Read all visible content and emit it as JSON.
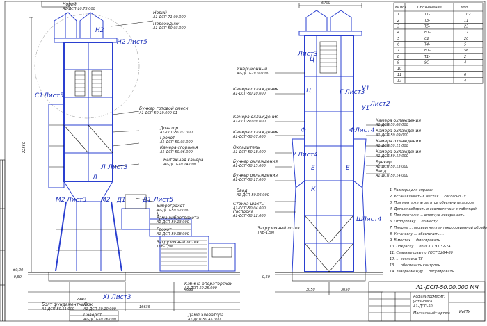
{
  "title_block": {
    "code": "А1-ДСП-50.00.000 МЧ",
    "name_1": "Асфальтосмесит.",
    "name_2": "установка",
    "name_3": "А1-ДСП-50",
    "name_4": "Монтажный чертеж",
    "org": "ИрГТУ"
  },
  "bom": {
    "headers": [
      "№ поз.",
      "Обозначение",
      "Кол"
    ],
    "rows": [
      [
        "1",
        "Т1-",
        "102"
      ],
      [
        "2",
        "Т3-",
        "11"
      ],
      [
        "3",
        "Т5-",
        "23"
      ],
      [
        "4",
        "Н1-",
        "17"
      ],
      [
        "5",
        "С2",
        "20"
      ],
      [
        "6",
        "Т4-",
        "5"
      ],
      [
        "7",
        "Н1-",
        "56"
      ],
      [
        "8",
        "Т1-",
        "2"
      ],
      [
        "9",
        "SO-",
        "4"
      ],
      [
        "10",
        "",
        ""
      ],
      [
        "11",
        "",
        "6"
      ],
      [
        "12",
        "",
        "4"
      ]
    ]
  },
  "notes": [
    "1. Размеры для справок",
    "2. Устанавливать в местах ... согласно ТУ",
    "3. При монтаже агрегатов обеспечить зазоры",
    "4. Детали собирать в соответствии с таблицей",
    "5. При монтаже ... опорную поверхность",
    "6. Отбортовку ... по месту",
    "7. Пилоны ... подвергнуть антикоррозионной обработке",
    "8. Установку ... обеспечить ...",
    "9. В местах ... фиксировать ...",
    "10. Покраску ... по ГОСТ 9.032-74",
    "11. Сварные швы по ГОСТ 5264-80",
    "12. ... согласно ТУ",
    "13. ... обеспечить контроль ...",
    "14. Зазоры между ... регулировать"
  ],
  "markers": {
    "H2": "Н2",
    "H2_ref": "Н2 Лист5",
    "C1": "С1",
    "C1_ref": "Лист5",
    "L": "Л",
    "L_ref": "Лист3",
    "M2": "М2",
    "M2_ref": "Лист3",
    "M2b": "М2",
    "D1": "Д1",
    "D1_ref": "Д1 Лист5",
    "XI": "XI",
    "XI_ref": "Лист3",
    "U": "Ц",
    "U_ref": "Лист3",
    "Ts": "Ц",
    "G": "Г",
    "G_ref": "Лист3",
    "U1": "У1",
    "U1b": "У1",
    "U1_ref": "Лист2",
    "F": "Ф",
    "F2": "Ф",
    "F_ref": "Лист4",
    "Ug": "У",
    "Ug_ref": "Лист4",
    "Sh": "Ш",
    "Sh_ref": "Лист4",
    "E1": "Е",
    "E2": "Е",
    "K": "К"
  },
  "labels_left": [
    "Норий А1-ДСП-10.73.000",
    "Норий А1-ДСП-71.00.000",
    "Переходник А1-ДСП-50.03.000",
    "Бункер готовой смеси А1-ДСП-50.19.000-01",
    "Дозатор А1-ДСП-50.07.000",
    "Грохот А1-ДСП-50.03.000",
    "Камера сгорания А1-ДСП-50.06.000",
    "Вытяжная камера А1-ДСП-50.14.000",
    "Виброгрохот А1-ДСП-50.02.000",
    "Рама виброгрохота А1-ДСП-50.13.000",
    "Грохот А1-ДСП-50.08.000",
    "Загрузочный лоток ТКВ-1,5М",
    "Кабина операторской А1-ДСП-50.25.000",
    "Болт фундаментный А1-ДСП-50.11.000",
    "Люк А1-ДСП-50.10.000",
    "Поворот А1-ДСП-50.16.000"
  ],
  "labels_mid": [
    "Инерционный А1-ДСП-79.00.000",
    "Камера охлаждения А1-ДСП-50.10.000",
    "Камера охлаждения А1-ДСП-50.09.000",
    "Камера охлаждения А1-ДСП-50.07.000",
    "Охладитель А1-ДСП-50.18.000",
    "Бункер охлаждения А1-ДСП-50.15.000",
    "Бункер охлаждения А1-ДСП-50.17.000",
    "Ввод А1-ДСП-50.06.000",
    "Стойка шахты А1-ДСП-50.04.000",
    "Распорка А1-ДСП-50.12.000",
    "Загрузочный лоток ТКВ-1,5М",
    "Дамп элеватора А1-ДСП-50.45.000"
  ],
  "labels_right": [
    "Камера охлаждения А1-ДСП-50.08.000",
    "Камера охлаждения А1-ДСП-50.09.000",
    "Камера охлаждения А1-ДСП-50.11.000",
    "Камера охлаждения А1-ДСП-50.12.000",
    "Бункер А1-ДСП-50.13.000",
    "Ввод А1-ДСП-50.14.000"
  ],
  "dims": {
    "height_total": "22560",
    "width_top": "6700",
    "base_a": "2940",
    "base_b": "16635",
    "base_c": "4680",
    "base_d": "3050",
    "base_e": "3050",
    "level_zero": "±0,00",
    "level_a": "-0,50",
    "level_b": "-0,50"
  },
  "colors": {
    "frame": "#2a3fd0",
    "line": "#111111"
  }
}
